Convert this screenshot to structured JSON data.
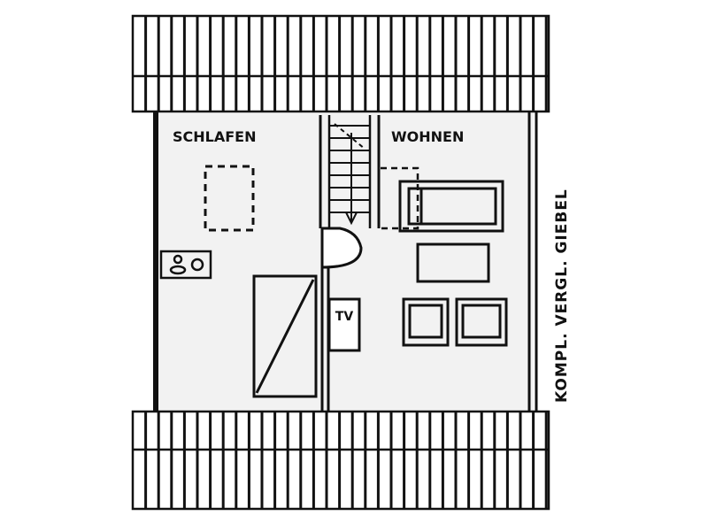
{
  "rooms": {
    "bedroom": "SCHLAFEN",
    "living": "WOHNEN"
  },
  "appliance_tv": "TV",
  "gable_note": "KOMPL. VERGL. GIEBEL",
  "colors": {
    "ink": "#111111",
    "floor": "#f2f2f2",
    "paper": "#ffffff"
  }
}
